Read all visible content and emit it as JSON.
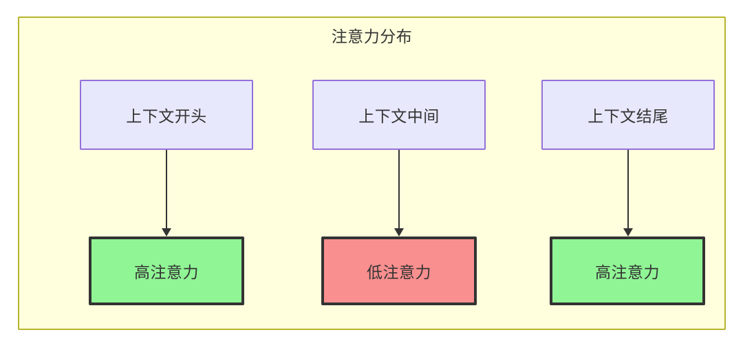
{
  "diagram": {
    "title": "注意力分布",
    "container": {
      "fill_color": "#ffffdd",
      "border_color": "#b7b42e"
    },
    "nodes": {
      "top": [
        {
          "id": "ctx-start",
          "label": "上下文开头",
          "fill_color": "#e8e8fd",
          "border_color": "#9370db"
        },
        {
          "id": "ctx-mid",
          "label": "上下文中间",
          "fill_color": "#e8e8fd",
          "border_color": "#9370db"
        },
        {
          "id": "ctx-end",
          "label": "上下文结尾",
          "fill_color": "#e8e8fd",
          "border_color": "#9370db"
        }
      ],
      "bottom": [
        {
          "id": "high-start",
          "label": "高注意力",
          "fill_color": "#90f595",
          "border_color": "#333333"
        },
        {
          "id": "low-mid",
          "label": "低注意力",
          "fill_color": "#fa8f8f",
          "border_color": "#333333"
        },
        {
          "id": "high-end",
          "label": "高注意力",
          "fill_color": "#90f595",
          "border_color": "#333333"
        }
      ]
    },
    "edges": [
      {
        "id": "edge-start",
        "from": "ctx-start",
        "to": "high-start",
        "label": ""
      },
      {
        "id": "edge-mid",
        "from": "ctx-mid",
        "to": "low-mid",
        "label": ""
      },
      {
        "id": "edge-end",
        "from": "ctx-end",
        "to": "high-end",
        "label": ""
      }
    ]
  }
}
